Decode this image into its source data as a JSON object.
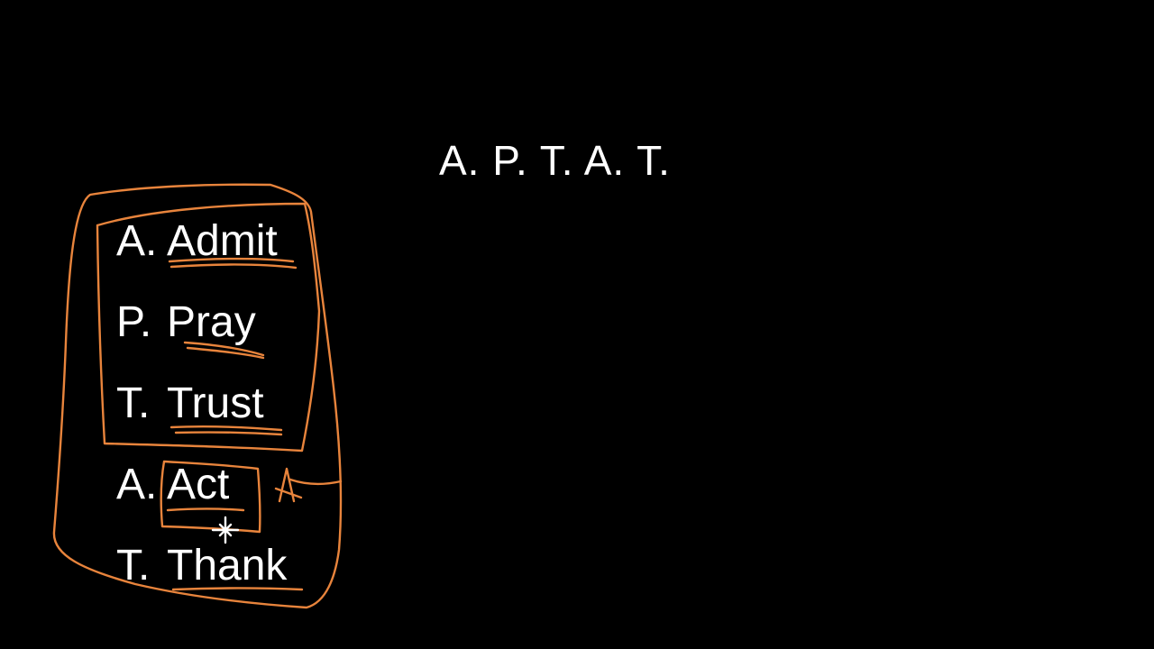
{
  "title": "A. P. T. A. T.",
  "items": [
    {
      "letter": "A.",
      "word": "Admit"
    },
    {
      "letter": "P.",
      "word": "Pray"
    },
    {
      "letter": "T.",
      "word": "Trust"
    },
    {
      "letter": "A.",
      "word": "Act"
    },
    {
      "letter": "T.",
      "word": "Thank"
    }
  ],
  "colors": {
    "background": "#000000",
    "text": "#ffffff",
    "annotation": "#e8843c"
  },
  "icons": {
    "cursor": "crosshair-cursor-icon"
  }
}
